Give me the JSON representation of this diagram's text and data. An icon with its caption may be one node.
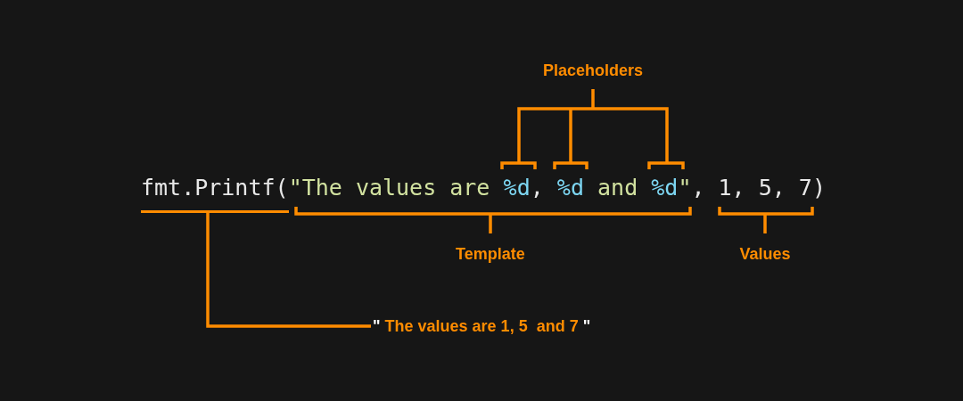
{
  "diagram": {
    "nodes": [
      {
        "text": [
          "fmt.Printf("
        ]
      },
      {
        "text": [
          "\" The values are 1, 5  and 7 \""
        ]
      }
    ],
    "edges": [
      {
        "from": 1,
        "to": 0,
        "arrow": "none"
      }
    ],
    "labels": [
      "Placeholders",
      "\"The values are",
      "%d",
      ",",
      "%d",
      "and",
      "%d",
      "\"",
      ", 1, 5, 7)",
      "Template",
      "Values"
    ]
  }
}
